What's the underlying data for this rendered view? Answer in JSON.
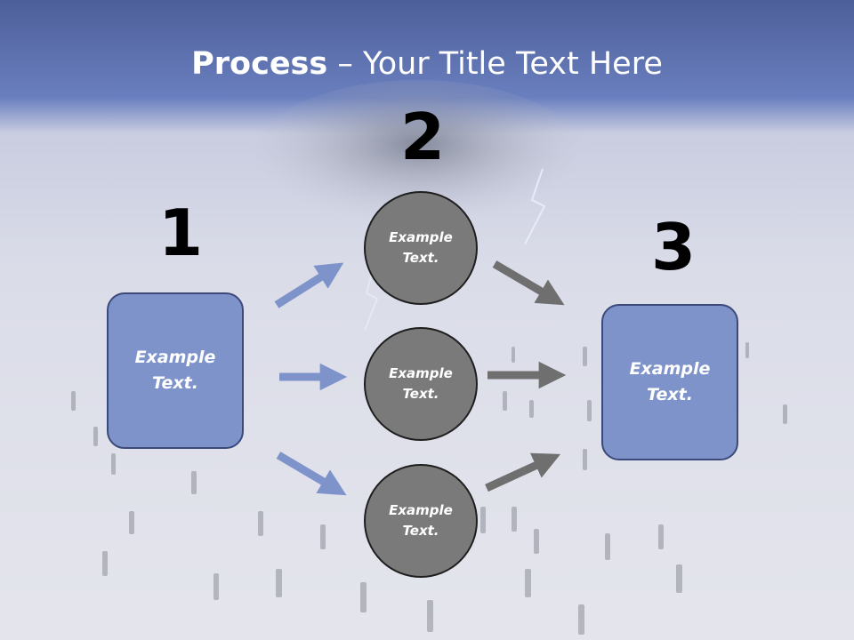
{
  "title": {
    "bold": "Process",
    "rest": " – Your Title Text Here"
  },
  "steps": {
    "one": "1",
    "two": "2",
    "three": "3"
  },
  "boxes": {
    "left": "Example Text.",
    "right": "Example Text."
  },
  "circles": {
    "top": "Example Text.",
    "middle": "Example Text.",
    "bottom": "Example Text."
  },
  "colors": {
    "box_fill": "#7f93cb",
    "circle_fill": "#7a7a7a",
    "arrow_blue": "#7f93cb",
    "arrow_gray": "#6f6f6f",
    "header": "#6a7fbf"
  }
}
